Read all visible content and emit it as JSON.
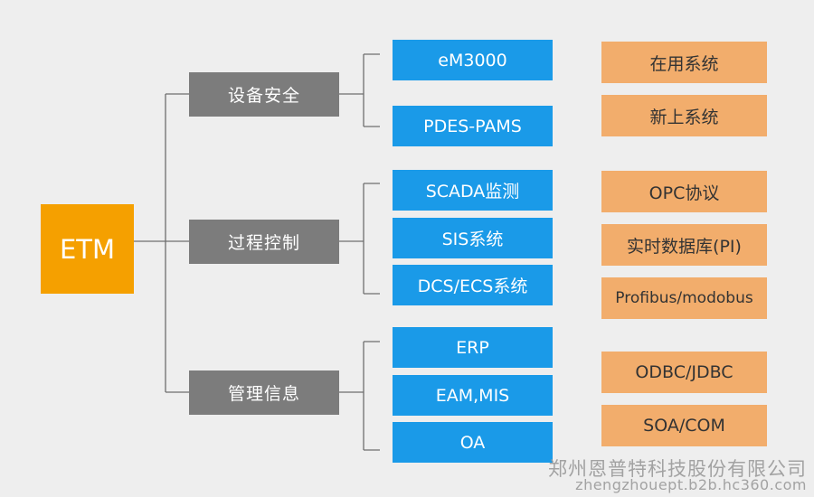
{
  "root": {
    "label": "ETM"
  },
  "categories": [
    {
      "label": "设备安全"
    },
    {
      "label": "过程控制"
    },
    {
      "label": "管理信息"
    }
  ],
  "systems": [
    {
      "label": "eM3000"
    },
    {
      "label": "PDES-PAMS"
    },
    {
      "label": "SCADA监测"
    },
    {
      "label": "SIS系统"
    },
    {
      "label": "DCS/ECS系统"
    },
    {
      "label": "ERP"
    },
    {
      "label": "EAM,MIS"
    },
    {
      "label": "OA"
    }
  ],
  "protocols": [
    {
      "label": "在用系统"
    },
    {
      "label": "新上系统"
    },
    {
      "label": "OPC协议"
    },
    {
      "label": "实时数据库(PI)"
    },
    {
      "label": "Profibus/modobus"
    },
    {
      "label": "ODBC/JDBC"
    },
    {
      "label": "SOA/COM"
    }
  ],
  "colors": {
    "root": "#f5a000",
    "category": "#7c7c7c",
    "system": "#1a9ae8",
    "protocol": "#f2ad6c",
    "connector": "#6e6e6e"
  },
  "watermark": {
    "line1": "郑州恩普特科技股份有限公司",
    "line2": "zhengzhouept.b2b.hc360.com"
  }
}
